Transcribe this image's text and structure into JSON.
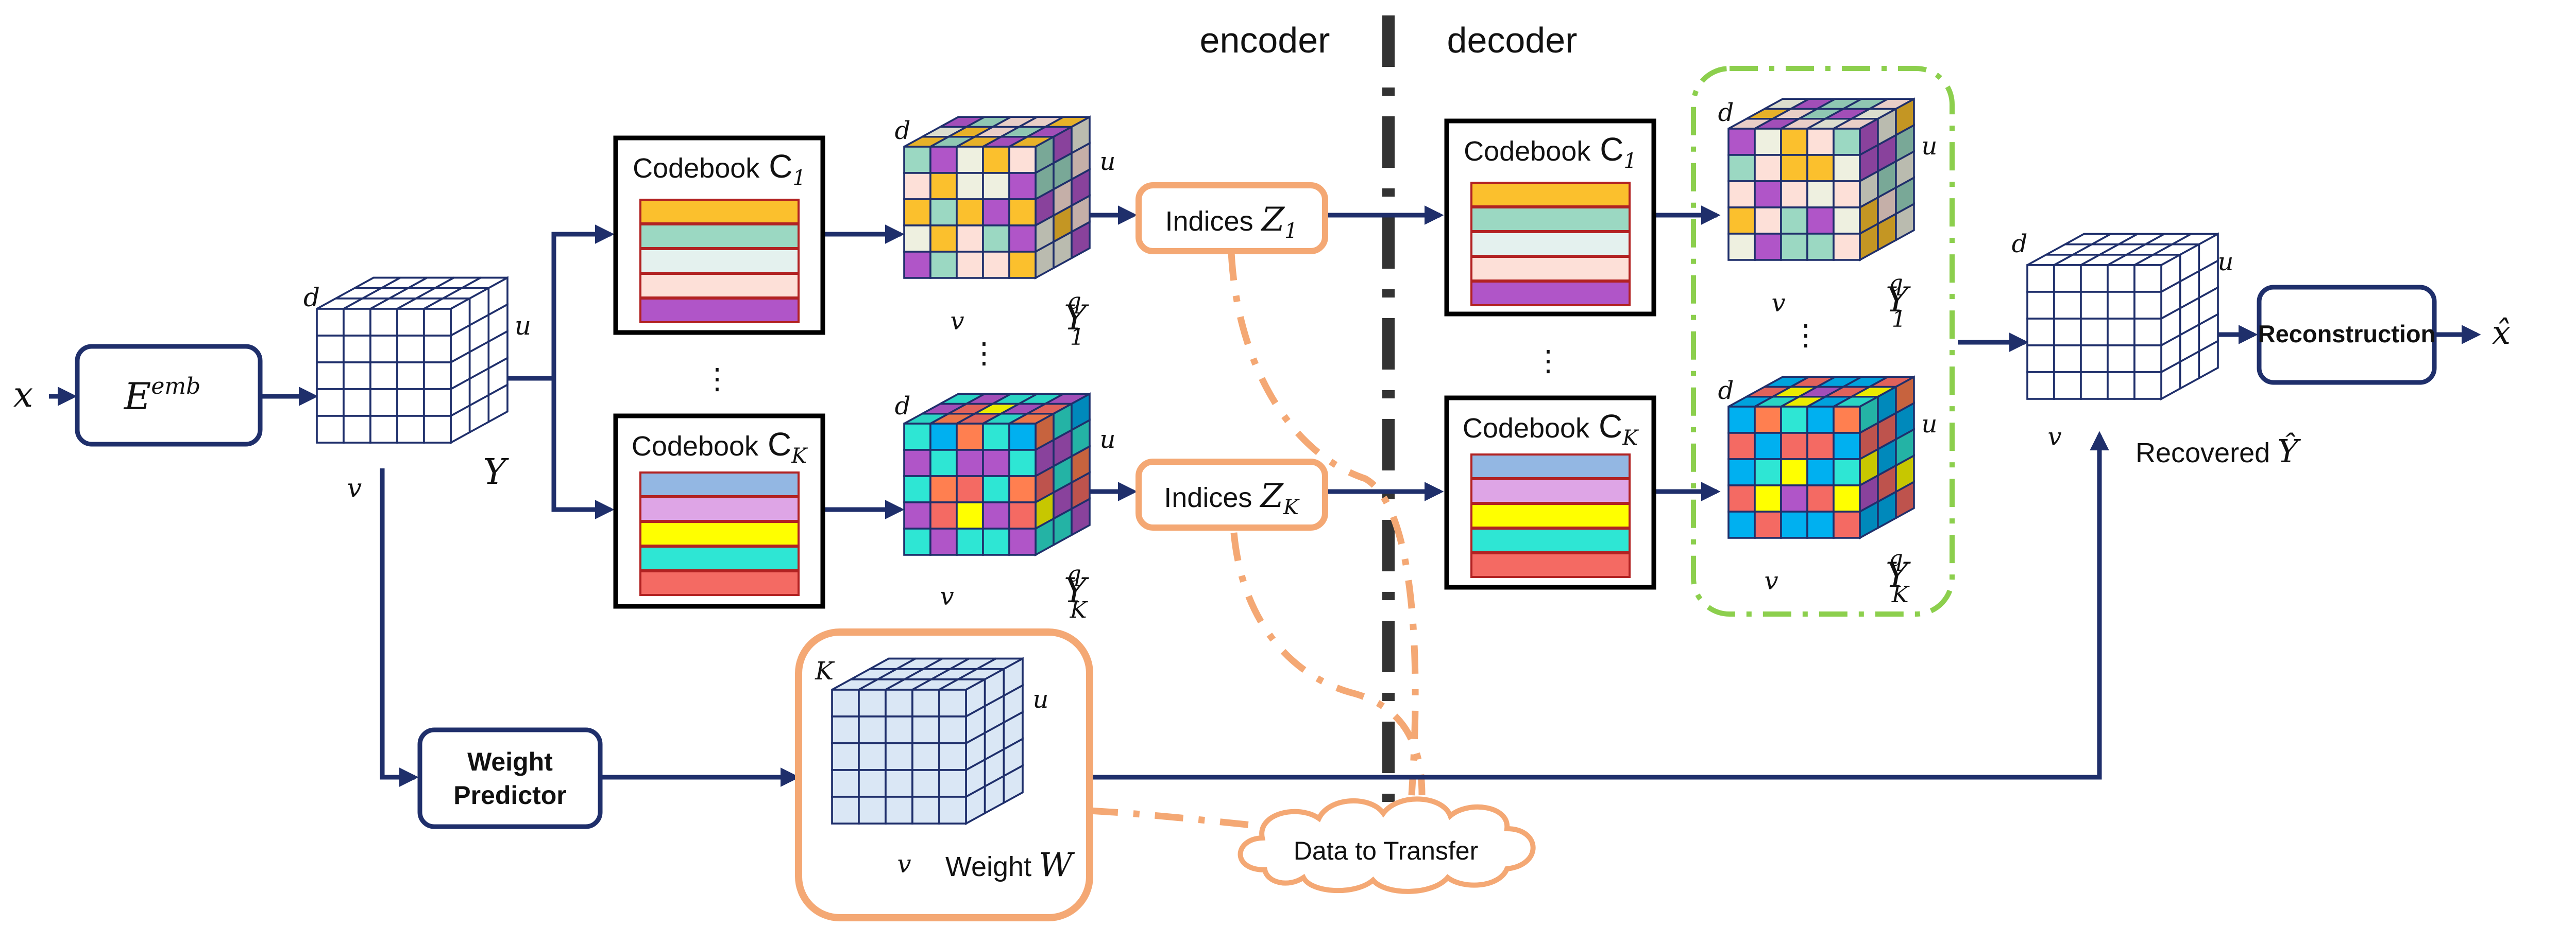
{
  "labels": {
    "encoder": "encoder",
    "decoder": "decoder",
    "input_x": "x",
    "embed_E": "E",
    "embed_sup": "emb",
    "tensor_Y": "Y",
    "axis_d": "d",
    "axis_u": "u",
    "axis_v": "v",
    "axis_K": "K",
    "codebook_word": "Codebook",
    "codebook_letter": "C",
    "sub_1": "1",
    "sub_K": "K",
    "indices_word": "Indices",
    "indices_letter": "Z",
    "quant_Y": "Y",
    "quant_sup": "q",
    "ellipsis": "⋮",
    "weight_predictor_line1": "Weight",
    "weight_predictor_line2": "Predictor",
    "weight_word": "Weight",
    "weight_letter": "W",
    "data_to_transfer": "Data to Transfer",
    "recovered_word": "Recovered",
    "recovered_letter": "Ŷ",
    "reconstruction": "Reconstruction",
    "output_x": "x̂"
  },
  "colors": {
    "navy": "#1f2f6b",
    "orange": "#f4a874",
    "green": "#8ccf4d",
    "grid_white": "#ffffff",
    "grid_light": "#dae7f5",
    "divider": "#333333"
  },
  "codebook_1_rows": [
    "#fbc02d",
    "#9bd8c2",
    "#e4f1ee",
    "#fde0d8",
    "#b055c8"
  ],
  "codebook_K_rows": [
    "#93b7e3",
    "#dea5e6",
    "#ffff00",
    "#2ee6d4",
    "#f46a63"
  ],
  "palette_1": [
    "#9bd8c2",
    "#fbc02d",
    "#b055c8",
    "#fde0d8",
    "#eef0e0"
  ],
  "palette_K": [
    "#f46a63",
    "#2ee6d4",
    "#ffff00",
    "#00b0f0",
    "#b055c8",
    "#ff7f50"
  ]
}
